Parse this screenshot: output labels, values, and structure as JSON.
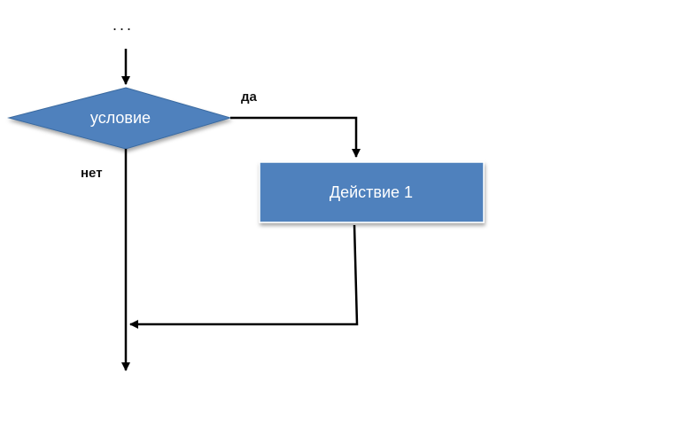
{
  "diagram": {
    "continuation": "...",
    "condition": {
      "label": "условие"
    },
    "yes_label": "да",
    "no_label": "нет",
    "action": {
      "label": "Действие 1"
    }
  },
  "colors": {
    "shape_fill": "#4f81bd",
    "shape_border": "#3a6aa0",
    "line": "#000000",
    "text_on_shape": "#ffffff"
  }
}
